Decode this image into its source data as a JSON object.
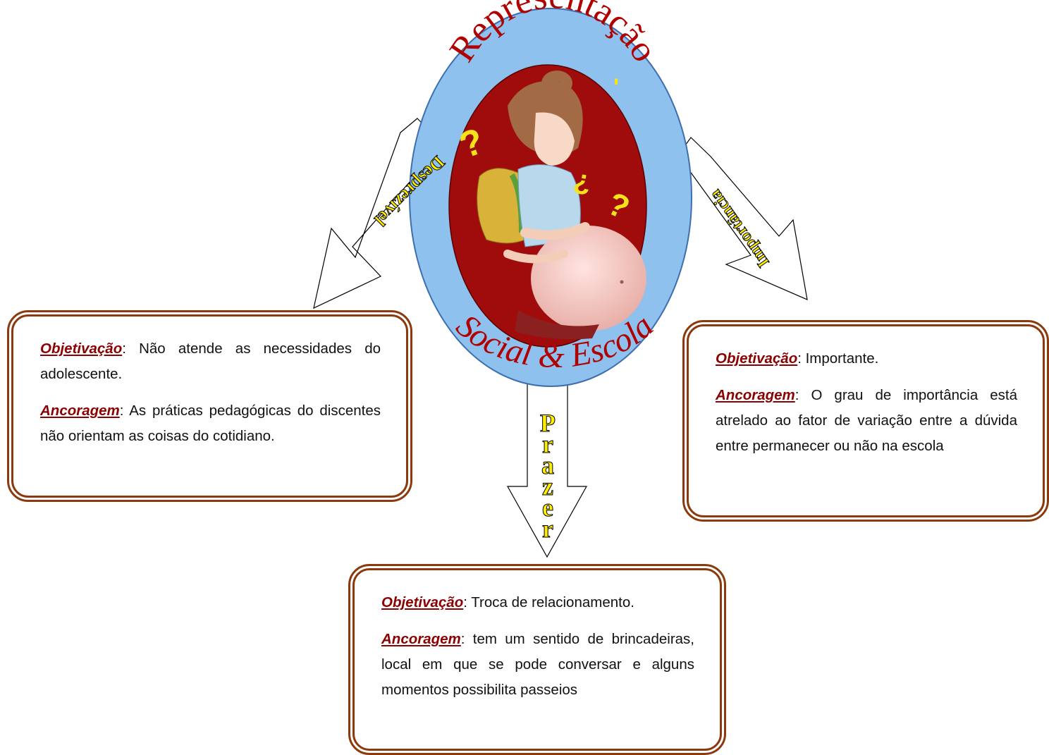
{
  "center": {
    "title_top": "Representação",
    "title_bottom": "Social & Escola"
  },
  "arrows": {
    "left_label": "Desprezível",
    "bottom_label": "Prazer",
    "right_label": "Importância"
  },
  "boxes": {
    "left": {
      "objetivacao_term": "Objetivação",
      "objetivacao_text": ": Não atende as necessidades do adolescente.",
      "ancoragem_term": "Ancoragem",
      "ancoragem_text": ": As práticas pedagógicas do discentes não orientam as coisas do cotidiano."
    },
    "right": {
      "objetivacao_term": "Objetivação",
      "objetivacao_text": ": Importante.",
      "ancoragem_term": "Ancoragem",
      "ancoragem_text": ": O grau de importância está atrelado ao fator de variação entre a dúvida entre permanecer ou não na escola"
    },
    "bottom": {
      "objetivacao_term": "Objetivação",
      "objetivacao_text": ": Troca de relacionamento.",
      "ancoragem_term": "Ancoragem",
      "ancoragem_text": ": tem um sentido de brincadeiras, local em que se pode conversar e alguns momentos possibilita passeios"
    }
  },
  "colors": {
    "oval_ring": "#8fc1ee",
    "oval_inner": "#a00c0c",
    "box_border": "#8b3a0e",
    "title_text": "#b00000",
    "arrow_label_fill": "#ffee00"
  }
}
